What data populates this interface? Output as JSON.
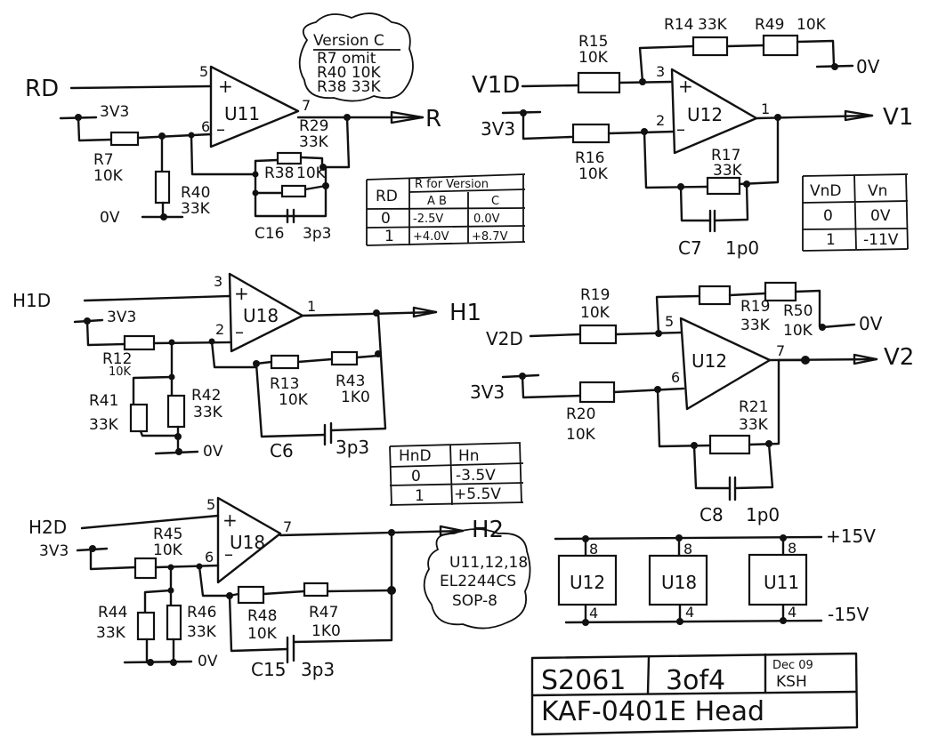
{
  "sheet": {
    "drawing_number": "S2061",
    "page": "3of4",
    "date": "Dec 09",
    "author": "KSH",
    "title": "KAF-0401E Head"
  },
  "colors": {
    "ink": "#111111",
    "paper": "#ffffff"
  },
  "notes": {
    "version_c": {
      "heading": "Version C",
      "lines": [
        "R7 omit",
        "R40  10K",
        "R38  33K"
      ]
    },
    "parts": {
      "lines": [
        "U11,12,18",
        "EL2244CS",
        "SOP-8"
      ]
    }
  },
  "circuits": {
    "r": {
      "input": "RD",
      "output": "R",
      "opamp": "U11",
      "pin_plus": "5",
      "pin_minus": "6",
      "pin_out": "7",
      "supply": "3V3",
      "ground": "0V",
      "r7": {
        "ref": "R7",
        "value": "10K"
      },
      "r40": {
        "ref": "R40",
        "value": "33K"
      },
      "r29": {
        "ref": "R29",
        "value": "33K"
      },
      "r38": {
        "ref": "R38",
        "value": "10K"
      },
      "c16": {
        "ref": "C16",
        "value": "3p3"
      }
    },
    "v1": {
      "input": "V1D",
      "output": "V1",
      "opamp": "U12",
      "pin_plus": "3",
      "pin_minus": "2",
      "pin_out": "1",
      "supply": "3V3",
      "ground": "0V",
      "r15": {
        "ref": "R15",
        "value": "10K"
      },
      "r16": {
        "ref": "R16",
        "value": "10K"
      },
      "r14": {
        "ref": "R14",
        "value": "33K"
      },
      "r49": {
        "ref": "R49",
        "value": "10K"
      },
      "r17": {
        "ref": "R17",
        "value": "33K"
      },
      "c7": {
        "ref": "C7",
        "value": "1p0"
      }
    },
    "h1": {
      "input": "H1D",
      "output": "H1",
      "opamp": "U18",
      "pin_plus": "3",
      "pin_minus": "2",
      "pin_out": "1",
      "supply": "3V3",
      "ground": "0V",
      "r12": {
        "ref": "R12",
        "value": "10K"
      },
      "r41": {
        "ref": "R41",
        "value": "33K"
      },
      "r42": {
        "ref": "R42",
        "value": "33K"
      },
      "r13": {
        "ref": "R13",
        "value": "10K"
      },
      "r43": {
        "ref": "R43",
        "value": "1K0"
      },
      "c6": {
        "ref": "C6",
        "value": "3p3"
      }
    },
    "v2": {
      "input": "V2D",
      "output": "V2",
      "opamp": "U12",
      "pin_plus": "5",
      "pin_minus": "6",
      "pin_out": "7",
      "supply": "3V3",
      "ground": "0V",
      "r19a": {
        "ref": "R19",
        "value": "10K"
      },
      "r19b": {
        "ref": "R19",
        "value": "33K"
      },
      "r50": {
        "ref": "R50",
        "value": "10K"
      },
      "r20": {
        "ref": "R20",
        "value": "10K"
      },
      "r21": {
        "ref": "R21",
        "value": "33K"
      },
      "c8": {
        "ref": "C8",
        "value": "1p0"
      }
    },
    "h2": {
      "input": "H2D",
      "output": "H2",
      "opamp": "U18",
      "pin_plus": "5",
      "pin_minus": "6",
      "pin_out": "7",
      "supply": "3V3",
      "ground": "0V",
      "r45": {
        "ref": "R45",
        "value": "10K"
      },
      "r44": {
        "ref": "R44",
        "value": "33K"
      },
      "r46": {
        "ref": "R46",
        "value": "33K"
      },
      "r48": {
        "ref": "R48",
        "value": "10K"
      },
      "r47": {
        "ref": "R47",
        "value": "1K0"
      },
      "c15": {
        "ref": "C15",
        "value": "3p3"
      }
    }
  },
  "power": {
    "pos_rail": "+15V",
    "neg_rail": "-15V",
    "chips": [
      {
        "ref": "U12",
        "pin_top": "8",
        "pin_bottom": "4"
      },
      {
        "ref": "U18",
        "pin_top": "8",
        "pin_bottom": "4"
      },
      {
        "ref": "U11",
        "pin_top": "8",
        "pin_bottom": "4"
      }
    ]
  },
  "tables": {
    "r_table": {
      "headers": [
        "RD",
        "R for Version"
      ],
      "subheaders": [
        "A B",
        "C"
      ],
      "rows": [
        [
          "0",
          "-2.5V",
          "0.0V"
        ],
        [
          "1",
          "+4.0V",
          "+8.7V"
        ]
      ]
    },
    "vn_table": {
      "headers": [
        "VnD",
        "Vn"
      ],
      "rows": [
        [
          "0",
          "0V"
        ],
        [
          "1",
          "-11V"
        ]
      ]
    },
    "hn_table": {
      "headers": [
        "HnD",
        "Hn"
      ],
      "rows": [
        [
          "0",
          "-3.5V"
        ],
        [
          "1",
          "+5.5V"
        ]
      ]
    }
  }
}
